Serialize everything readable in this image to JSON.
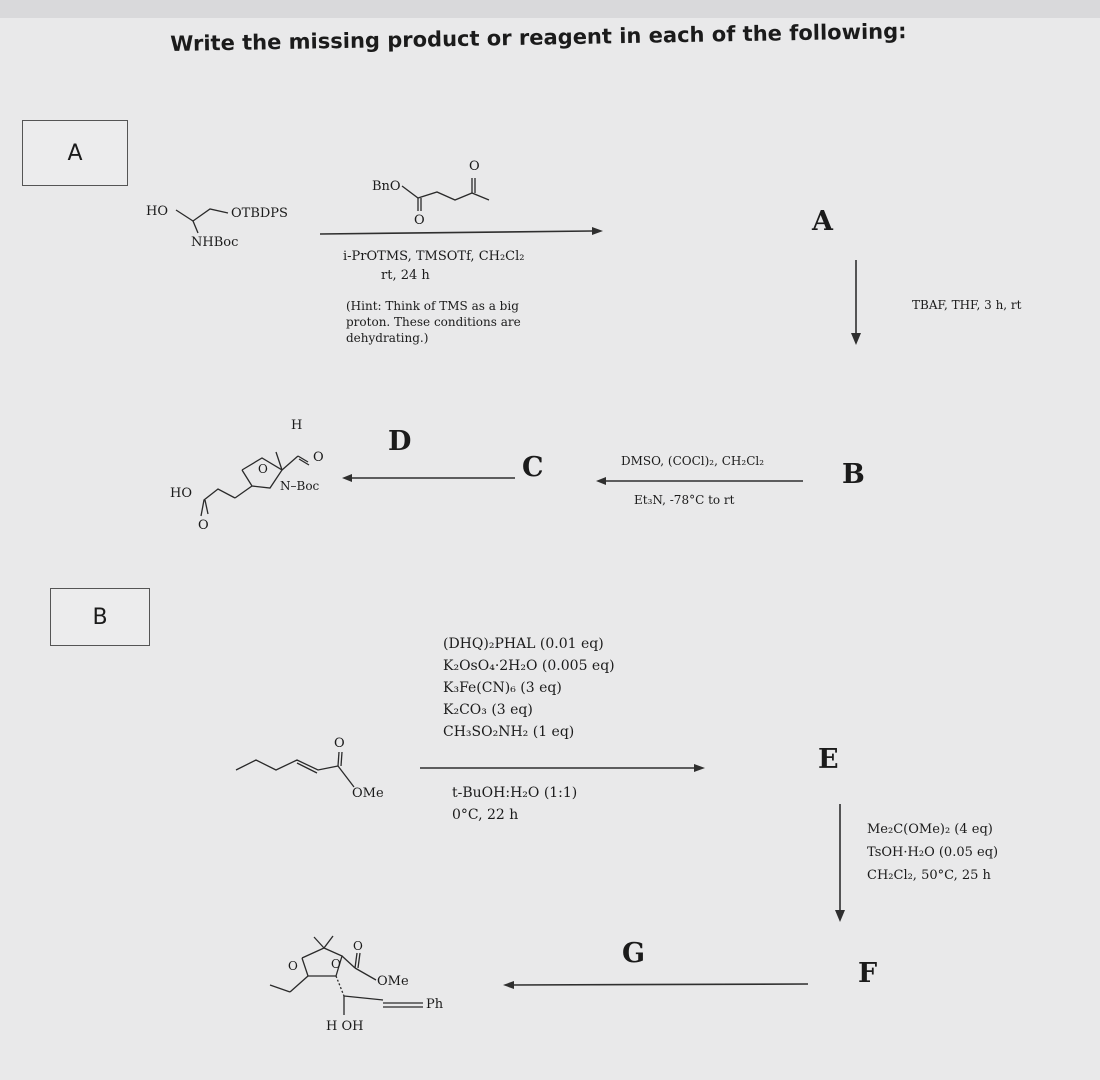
{
  "title": "Write the missing product or reagent in each of the following:",
  "sections": {
    "a": "A",
    "b": "B"
  },
  "reaction_a": {
    "start_labels": {
      "ho": "HO",
      "otbdps": "OTBDPS",
      "nhboc": "NHBoc"
    },
    "reagent_labels": {
      "bno": "BnO",
      "o_top": "O",
      "o_bottom": "O"
    },
    "conditions": [
      "i-PrOTMS, TMSOTf, CH₂Cl₂",
      "rt, 24 h"
    ],
    "hint": [
      "(Hint: Think of TMS as a big",
      "proton. These conditions are",
      "dehydrating.)"
    ],
    "product_a": "A",
    "tbaf": "TBAF, THF, 3 h, rt",
    "product_b": "B",
    "swern": [
      "DMSO, (COCl)₂, CH₂Cl₂",
      "Et₃N, -78°C to rt"
    ],
    "product_c": "C",
    "product_d": "D",
    "product_labels": {
      "h": "H",
      "o_ald": "O",
      "o_ring": "O",
      "nboc": "N–Boc",
      "ho": "HO",
      "o_acid": "O"
    }
  },
  "reaction_b": {
    "start_labels": {
      "o": "O",
      "ome": "OMe"
    },
    "conditions": [
      "(DHQ)₂PHAL (0.01 eq)",
      "K₂OsO₄·2H₂O (0.005 eq)",
      "K₃Fe(CN)₆ (3 eq)",
      "K₂CO₃ (3 eq)",
      "CH₃SO₂NH₂ (1 eq)",
      "t-BuOH:H₂O (1:1)",
      "0°C, 22 h"
    ],
    "product_e": "E",
    "acetonide": [
      "Me₂C(OMe)₂ (4 eq)",
      "TsOH·H₂O (0.05 eq)",
      "CH₂Cl₂, 50°C, 25 h"
    ],
    "product_f": "F",
    "product_g": "G",
    "final_labels": {
      "o_ring1": "O",
      "o_ring2": "O",
      "o_ester": "O",
      "ome": "OMe",
      "ph": "Ph",
      "h_oh": "H OH"
    }
  }
}
